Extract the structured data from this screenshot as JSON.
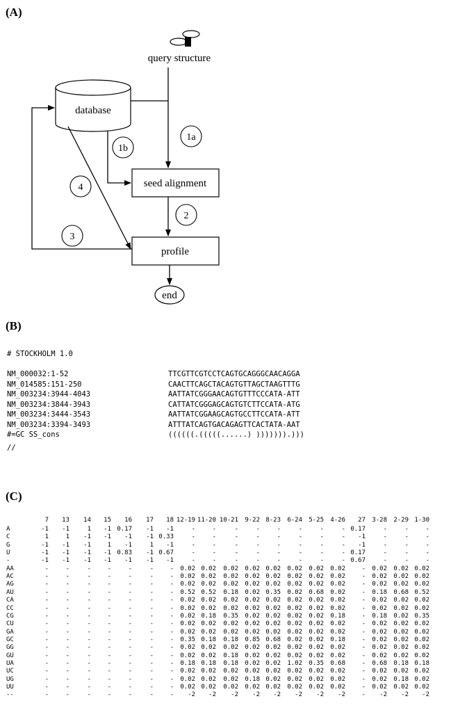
{
  "panel_a": {
    "label": "(A)",
    "nodes": {
      "query": "query structure",
      "database": "database",
      "seed": "seed alignment",
      "profile": "profile",
      "end": "end"
    },
    "steps": [
      "1a",
      "1b",
      "2",
      "3",
      "4"
    ]
  },
  "panel_b": {
    "label": "(B)",
    "header": "# STOCKHOLM 1.0",
    "rows": [
      {
        "id": "NM_000032:1-52",
        "seq": "TTCGTTCGTCCTCAGTGCAGGGCAACAGGA"
      },
      {
        "id": "NM_014585:151-250",
        "seq": "CAACTTCAGCTACAGTGTTAGCTAAGTTTG"
      },
      {
        "id": "NM_003234:3944-4043",
        "seq": "AATTATCGGGAACAGTGTTTCCCATA-ATT"
      },
      {
        "id": "NM_003234:3844-3943",
        "seq": "CATTATCGGGAGCAGTGTCTTCCATA-ATG"
      },
      {
        "id": "NM_003234:3444-3543",
        "seq": "AATTATCGGAAGCAGTGCCTTCCATA-ATT"
      },
      {
        "id": "NM_003234:3394-3493",
        "seq": "ATTTATCAGTGACAGAGTTCACTATA-AAT"
      },
      {
        "id": "#=GC SS_cons",
        "seq": "((((((.(((((......) ))))))).)))"
      }
    ],
    "footer": "//"
  },
  "panel_c": {
    "label": "(C)",
    "columns": [
      "7",
      "13",
      "14",
      "15",
      "16",
      "17",
      "18",
      "12-19",
      "11-20",
      "10-21",
      "9-22",
      "8-23",
      "6-24",
      "5-25",
      "4-26",
      "27",
      "3-28",
      "2-29",
      "1-30"
    ],
    "rows": [
      {
        "label": "A",
        "cells": [
          "-1",
          "-1",
          "1",
          "-1",
          "0.17",
          "-1",
          "-1",
          "-",
          "-",
          "-",
          "-",
          "-",
          "-",
          "-",
          "-",
          "0.17",
          "-",
          "-",
          "-"
        ]
      },
      {
        "label": "C",
        "cells": [
          "1",
          "1",
          "-1",
          "-1",
          "-1",
          "-1",
          "0.33",
          "-",
          "-",
          "-",
          "-",
          "-",
          "-",
          "-",
          "-",
          "-1",
          "-",
          "-",
          "-"
        ]
      },
      {
        "label": "G",
        "cells": [
          "-1",
          "-1",
          "-1",
          "1",
          "-1",
          "1",
          "-1",
          "-",
          "-",
          "-",
          "-",
          "-",
          "-",
          "-",
          "-",
          "-1",
          "-",
          "-",
          "-"
        ]
      },
      {
        "label": "U",
        "cells": [
          "-1",
          "-1",
          "-1",
          "-1",
          "0.83",
          "-1",
          "0.67",
          "-",
          "-",
          "-",
          "-",
          "-",
          "-",
          "-",
          "-",
          "0.17",
          "-",
          "-",
          "-"
        ]
      },
      {
        "label": "-",
        "cells": [
          "-1",
          "-1",
          "-1",
          "-1",
          "-1",
          "-1",
          "-1",
          "-",
          "-",
          "-",
          "-",
          "-",
          "-",
          "-",
          "-",
          "0.67",
          "-",
          "-",
          "-"
        ]
      },
      {
        "label": "AA",
        "cells": [
          "-",
          "-",
          "-",
          "-",
          "-",
          "-",
          "-",
          "0.02",
          "0.02",
          "0.02",
          "0.02",
          "0.02",
          "0.02",
          "0.02",
          "0.02",
          "-",
          "0.02",
          "0.02",
          "0.02"
        ]
      },
      {
        "label": "AC",
        "cells": [
          "-",
          "-",
          "-",
          "-",
          "-",
          "-",
          "-",
          "0.02",
          "0.02",
          "0.02",
          "0.02",
          "0.02",
          "0.02",
          "0.02",
          "0.02",
          "-",
          "0.02",
          "0.02",
          "0.02"
        ]
      },
      {
        "label": "AG",
        "cells": [
          "-",
          "-",
          "-",
          "-",
          "-",
          "-",
          "-",
          "0.02",
          "0.02",
          "0.02",
          "0.02",
          "0.02",
          "0.02",
          "0.02",
          "0.02",
          "-",
          "0.02",
          "0.02",
          "0.02"
        ]
      },
      {
        "label": "AU",
        "cells": [
          "-",
          "-",
          "-",
          "-",
          "-",
          "-",
          "-",
          "0.52",
          "0.52",
          "0.18",
          "0.02",
          "0.35",
          "0.02",
          "0.68",
          "0.02",
          "-",
          "0.18",
          "0.68",
          "0.52"
        ]
      },
      {
        "label": "CA",
        "cells": [
          "-",
          "-",
          "-",
          "-",
          "-",
          "-",
          "-",
          "0.02",
          "0.02",
          "0.02",
          "0.02",
          "0.02",
          "0.02",
          "0.02",
          "0.02",
          "-",
          "0.02",
          "0.02",
          "0.02"
        ]
      },
      {
        "label": "CC",
        "cells": [
          "-",
          "-",
          "-",
          "-",
          "-",
          "-",
          "-",
          "0.02",
          "0.02",
          "0.02",
          "0.02",
          "0.02",
          "0.02",
          "0.02",
          "0.02",
          "-",
          "0.02",
          "0.02",
          "0.02"
        ]
      },
      {
        "label": "CG",
        "cells": [
          "-",
          "-",
          "-",
          "-",
          "-",
          "-",
          "-",
          "0.02",
          "0.18",
          "0.35",
          "0.02",
          "0.02",
          "0.02",
          "0.02",
          "0.18",
          "-",
          "0.18",
          "0.02",
          "0.35"
        ]
      },
      {
        "label": "CU",
        "cells": [
          "-",
          "-",
          "-",
          "-",
          "-",
          "-",
          "-",
          "0.02",
          "0.02",
          "0.02",
          "0.02",
          "0.02",
          "0.02",
          "0.02",
          "0.02",
          "-",
          "0.02",
          "0.02",
          "0.02"
        ]
      },
      {
        "label": "GA",
        "cells": [
          "-",
          "-",
          "-",
          "-",
          "-",
          "-",
          "-",
          "0.02",
          "0.02",
          "0.02",
          "0.02",
          "0.02",
          "0.02",
          "0.02",
          "0.02",
          "-",
          "0.02",
          "0.02",
          "0.02"
        ]
      },
      {
        "label": "GC",
        "cells": [
          "-",
          "-",
          "-",
          "-",
          "-",
          "-",
          "-",
          "0.35",
          "0.18",
          "0.18",
          "0.85",
          "0.68",
          "0.02",
          "0.02",
          "0.18",
          "-",
          "0.02",
          "0.02",
          "0.02"
        ]
      },
      {
        "label": "GG",
        "cells": [
          "-",
          "-",
          "-",
          "-",
          "-",
          "-",
          "-",
          "0.02",
          "0.02",
          "0.02",
          "0.02",
          "0.02",
          "0.02",
          "0.02",
          "0.02",
          "-",
          "0.02",
          "0.02",
          "0.02"
        ]
      },
      {
        "label": "GU",
        "cells": [
          "-",
          "-",
          "-",
          "-",
          "-",
          "-",
          "-",
          "0.02",
          "0.02",
          "0.18",
          "0.02",
          "0.02",
          "0.02",
          "0.02",
          "0.02",
          "-",
          "0.02",
          "0.02",
          "0.02"
        ]
      },
      {
        "label": "UA",
        "cells": [
          "-",
          "-",
          "-",
          "-",
          "-",
          "-",
          "-",
          "0.18",
          "0.18",
          "0.18",
          "0.02",
          "0.02",
          "1.02",
          "0.35",
          "0.68",
          "-",
          "0.68",
          "0.18",
          "0.18"
        ]
      },
      {
        "label": "UC",
        "cells": [
          "-",
          "-",
          "-",
          "-",
          "-",
          "-",
          "-",
          "0.02",
          "0.02",
          "0.02",
          "0.02",
          "0.02",
          "0.02",
          "0.02",
          "0.02",
          "-",
          "0.02",
          "0.02",
          "0.02"
        ]
      },
      {
        "label": "UG",
        "cells": [
          "-",
          "-",
          "-",
          "-",
          "-",
          "-",
          "-",
          "0.02",
          "0.02",
          "0.02",
          "0.18",
          "0.02",
          "0.02",
          "0.02",
          "0.02",
          "-",
          "0.02",
          "0.18",
          "0.02"
        ]
      },
      {
        "label": "UU",
        "cells": [
          "-",
          "-",
          "-",
          "-",
          "-",
          "-",
          "-",
          "0.02",
          "0.02",
          "0.02",
          "0.02",
          "0.02",
          "0.02",
          "0.02",
          "0.02",
          "-",
          "0.02",
          "0.02",
          "0.02"
        ]
      },
      {
        "label": "--",
        "cells": [
          "-",
          "-",
          "-",
          "-",
          "-",
          "-",
          "-",
          "-2",
          "-2",
          "-2",
          "-2",
          "-2",
          "-2",
          "-2",
          "-2",
          "-",
          "-2",
          "-2",
          "-2"
        ]
      }
    ]
  }
}
